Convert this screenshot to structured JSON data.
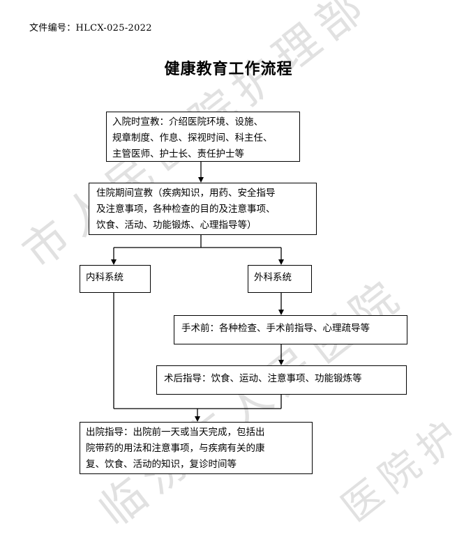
{
  "header": {
    "file_number": "文件编号：HLCX-025-2022",
    "title": "健康教育工作流程"
  },
  "flow": {
    "admission": "入院时宣教：介绍医院环境、设施、\n规章制度、作息、探视时间、科主任、\n主管医师、护士长、责任护士等",
    "stay": "住院期间宣教（疾病知识，用药、安全指导\n及注意事项，各种检查的目的及注意事项、\n饮食、活动、功能锻炼、心理指导等）",
    "internal": "内科系统",
    "surgical": "外科系统",
    "preop": "手术前：各种检查、手术前指导、心理疏导等",
    "postop": "术后指导：饮食、运动、注意事项、功能锻炼等",
    "discharge": "出院指导：出院前一天或当天完成，包括出\n院带药的用法和注意事项，与疾病有关的康\n复、饮食、活动的知识，复诊时间等"
  },
  "watermark": {
    "text_1": "市人民医院护理部",
    "text_2": "临汾市人民医院",
    "text_3": "医院护"
  }
}
